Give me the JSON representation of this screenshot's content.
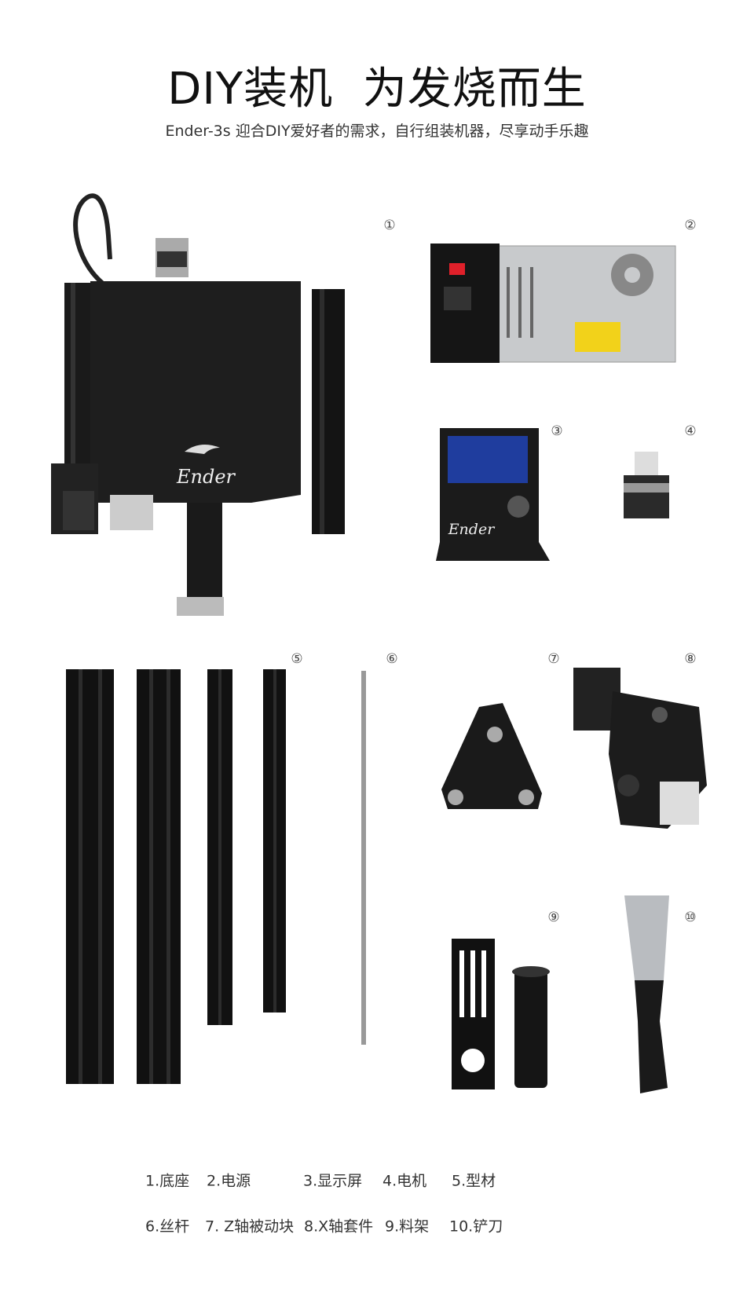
{
  "header": {
    "title": "DIY装机  为发烧而生",
    "subtitle": "Ender-3s 迎合DIY爱好者的需求，自行组装机器，尽享动手乐趣"
  },
  "brand_logo_text": "Ender",
  "part_numbers": [
    "①",
    "②",
    "③",
    "④",
    "⑤",
    "⑥",
    "⑦",
    "⑧",
    "⑨",
    "⑩"
  ],
  "parts": [
    "1.底座",
    "2.电源",
    "3.显示屏",
    "4.电机",
    "5.型材",
    "6.丝杆",
    "7. Z轴被动块",
    "8.X轴套件",
    "9.料架",
    "10.铲刀"
  ],
  "colors": {
    "switch_red": "#e0202a",
    "lcd_blue": "#1f3d9e",
    "label_yellow": "#f2d21a"
  }
}
